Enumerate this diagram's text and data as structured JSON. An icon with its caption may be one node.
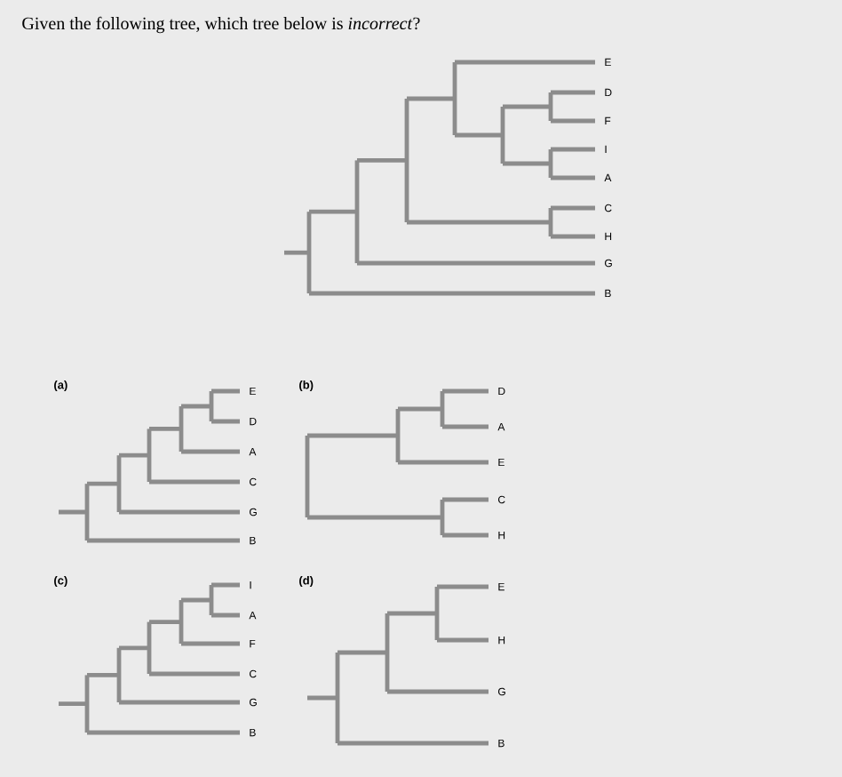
{
  "diagram": {
    "title": "Given the following tree, which tree below is *incorrect*?",
    "labels": [
      "E",
      "D",
      "F",
      "I",
      "A",
      "C",
      "H",
      "G",
      "B",
      "(a)",
      "E",
      "D",
      "A",
      "C",
      "G",
      "B",
      "(b)",
      "D",
      "A",
      "E",
      "C",
      "H",
      "(c)",
      "I",
      "A",
      "F",
      "C",
      "G",
      "B",
      "(d)",
      "E",
      "H",
      "G",
      "B"
    ]
  }
}
